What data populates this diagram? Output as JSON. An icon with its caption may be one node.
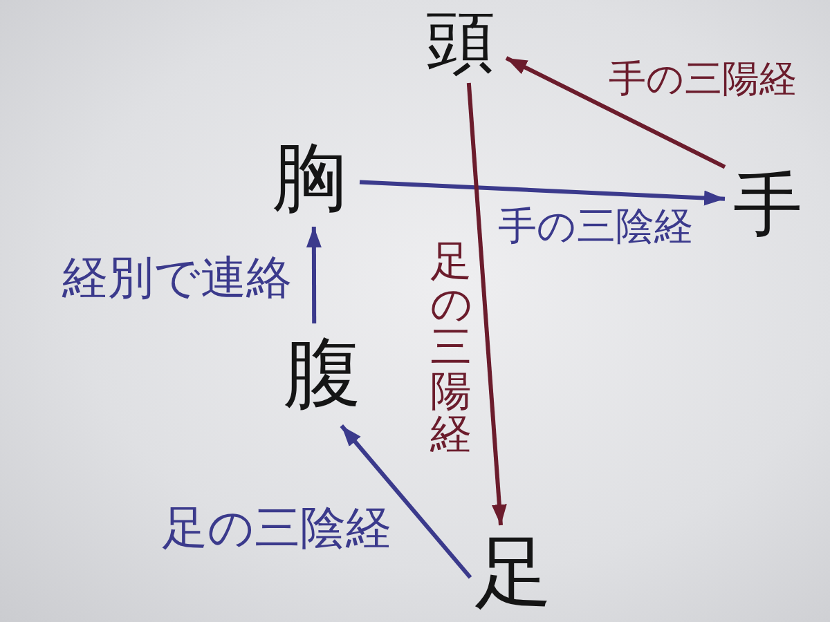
{
  "diagram": {
    "nodes": [
      {
        "text": [
          "頭"
        ]
      },
      {
        "text": [
          "胸"
        ]
      },
      {
        "text": [
          "手"
        ]
      },
      {
        "text": [
          "腹"
        ]
      },
      {
        "text": [
          "足"
        ]
      }
    ],
    "edges": [
      {
        "from": 2,
        "to": 0,
        "arrow": "to",
        "label": "手の三陽経",
        "color": "#6b1c2c"
      },
      {
        "from": 1,
        "to": 2,
        "arrow": "to",
        "label": "手の三陰経"
      },
      {
        "from": 0,
        "to": 4,
        "arrow": "to",
        "label": "足の三陽経",
        "color": "#6b1c2c"
      },
      {
        "from": 3,
        "to": 1,
        "arrow": "to",
        "label": "経別で連絡"
      },
      {
        "from": 4,
        "to": 3,
        "arrow": "to",
        "label": "足の三陰経"
      }
    ]
  }
}
